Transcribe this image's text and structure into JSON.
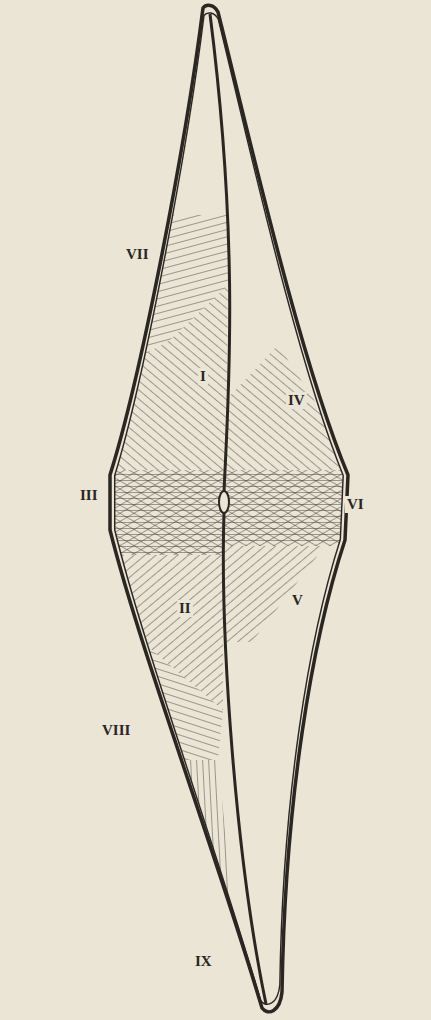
{
  "diagram": {
    "labels": [
      "VII",
      "I",
      "IV",
      "III",
      "VI",
      "II",
      "V",
      "VIII",
      "IX"
    ]
  }
}
